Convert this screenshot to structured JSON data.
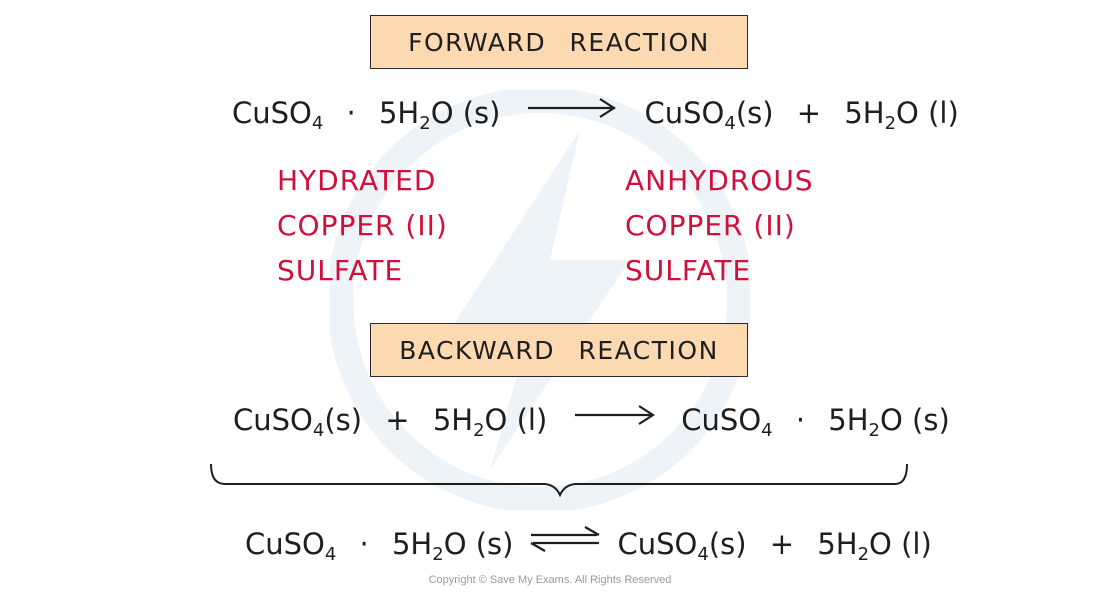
{
  "forward": {
    "heading": "FORWARD REACTION",
    "reactant": {
      "formula": "CuSO",
      "sub": "4",
      "dot": "·",
      "water": "5H",
      "water_sub": "2",
      "water_end": "O (s)"
    },
    "product": {
      "formula": "CuSO",
      "sub": "4",
      "state": "(s)",
      "plus": "+",
      "water": "5H",
      "water_sub": "2",
      "water_end": "O (l)"
    }
  },
  "names": {
    "hydrated": [
      "HYDRATED",
      "COPPER (II)",
      "SULFATE"
    ],
    "anhydrous": [
      "ANHYDROUS",
      "COPPER (II)",
      "SULFATE"
    ]
  },
  "backward": {
    "heading": "BACKWARD REACTION",
    "reactant": {
      "formula": "CuSO",
      "sub": "4",
      "state": "(s)",
      "plus": "+",
      "water": "5H",
      "water_sub": "2",
      "water_end": "O (l)"
    },
    "product": {
      "formula": "CuSO",
      "sub": "4",
      "dot": "·",
      "water": "5H",
      "water_sub": "2",
      "water_end": "O (s)"
    }
  },
  "equilibrium": {
    "reactant": {
      "formula": "CuSO",
      "sub": "4",
      "dot": "·",
      "water": "5H",
      "water_sub": "2",
      "water_end": "O (s)"
    },
    "product": {
      "formula": "CuSO",
      "sub": "4",
      "state": "(s)",
      "plus": "+",
      "water": "5H",
      "water_sub": "2",
      "water_end": "O (l)"
    }
  },
  "copyright": "Copyright © Save My Exams. All Rights Reserved",
  "colors": {
    "label_fill": "#fcd9b0",
    "name_red": "#d0103a",
    "watermark": "#eef3f8"
  },
  "icons": {
    "watermark": "lightning-bolt-watermark-icon"
  }
}
